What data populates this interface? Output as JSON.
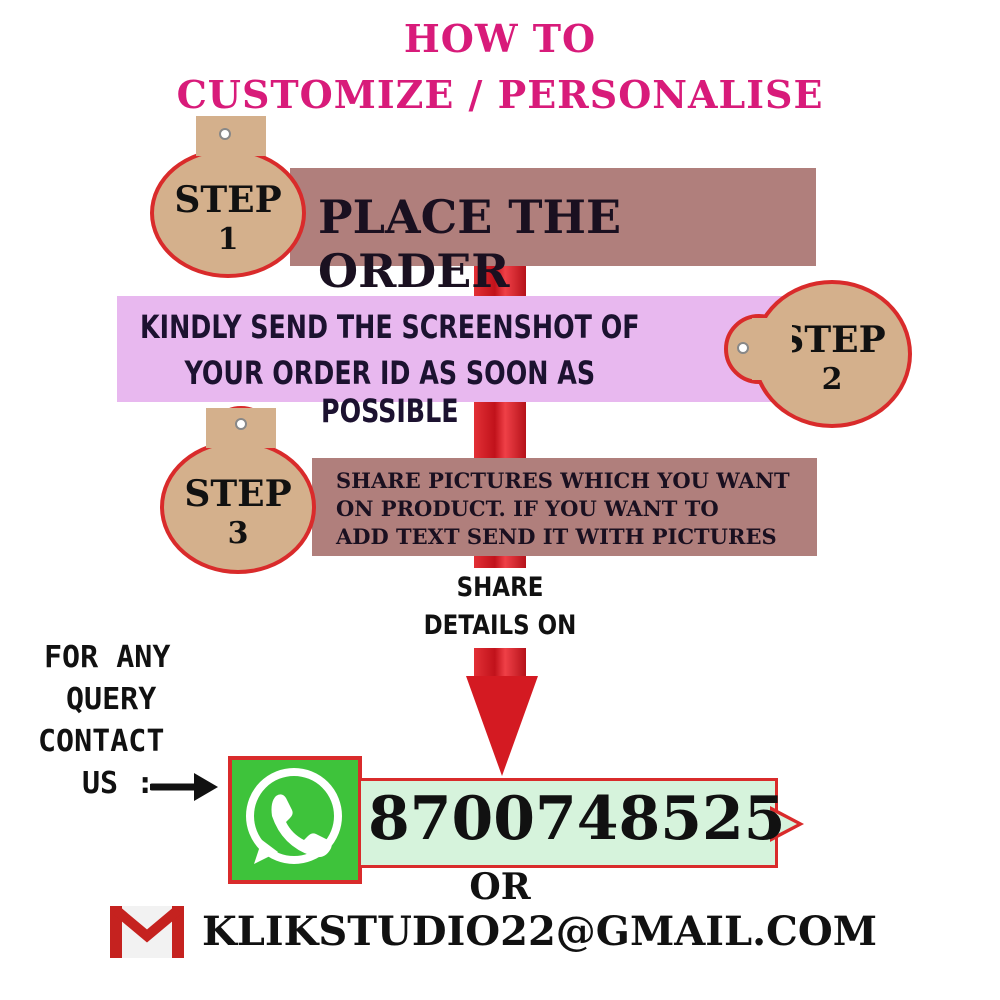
{
  "header": {
    "line1": "HOW TO",
    "line2": "CUSTOMIZE / PERSONALISE"
  },
  "steps": [
    {
      "tag_word": "STEP",
      "tag_number": "1",
      "text_lines": [
        "PLACE THE ORDER"
      ]
    },
    {
      "tag_word": "STEP",
      "tag_number": "2",
      "text_lines": [
        "KINDLY SEND THE SCREENSHOT OF",
        "YOUR ORDER ID AS SOON AS POSSIBLE"
      ]
    },
    {
      "tag_word": "STEP",
      "tag_number": "3",
      "text_lines": [
        "SHARE PICTURES WHICH YOU WANT",
        "ON PRODUCT. IF YOU WANT TO",
        "ADD TEXT SEND IT WITH PICTURES"
      ]
    }
  ],
  "share": {
    "line1": "SHARE",
    "line2": "DETAILS ON"
  },
  "query": {
    "lines": [
      "FOR ANY",
      "QUERY",
      "CONTACT",
      "US :"
    ]
  },
  "contact": {
    "phone": "8700748525",
    "or": "OR",
    "email": "KLIKSTUDIO22@GMAIL.COM"
  },
  "colors": {
    "title": "#d81b7a",
    "step_box": "#b07f7c",
    "step2_box": "#e8b8ef",
    "tag": "#d4b08c",
    "arrow": "#d41a22",
    "whatsapp": "#3ec33b"
  },
  "icons": [
    "whatsapp-icon",
    "gmail-icon",
    "arrow-right-icon",
    "arrow-down-icon"
  ]
}
